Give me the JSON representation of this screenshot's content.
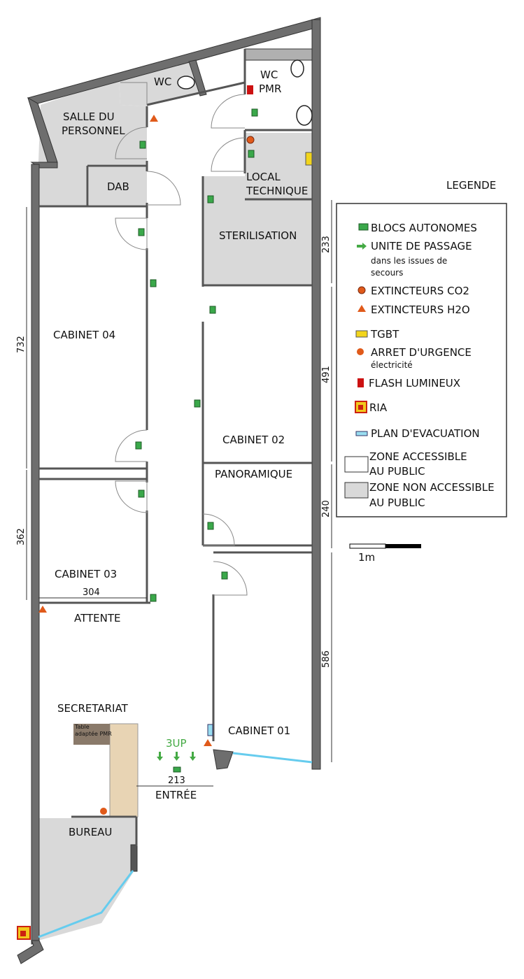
{
  "rooms": {
    "wc": "WC",
    "wc_pmr_1": "WC",
    "wc_pmr_2": "PMR",
    "salle_1": "SALLE DU",
    "salle_2": "PERSONNEL",
    "dab": "DAB",
    "local_1": "LOCAL",
    "local_2": "TECHNIQUE",
    "sterilisation": "STERILISATION",
    "cabinet04": "CABINET 04",
    "cabinet02": "CABINET 02",
    "panoramique": "PANORAMIQUE",
    "cabinet03": "CABINET 03",
    "attente": "ATTENTE",
    "secretariat": "SECRETARIAT",
    "cabinet01": "CABINET 01",
    "bureau": "BUREAU",
    "entree": "ENTRÉE",
    "step_label": "3UP",
    "table_1": "Table",
    "table_2": "adaptée PMR"
  },
  "dimensions": {
    "d732": "732",
    "d362": "362",
    "d304": "304",
    "d233": "233",
    "d491": "491",
    "d240": "240",
    "d586": "586",
    "d213": "213"
  },
  "legend": {
    "title": "LEGENDE",
    "blocs": "BLOCS AUTONOMES",
    "unite_1": "UNITE DE PASSAGE",
    "unite_2": "dans les issues de",
    "unite_3": "secours",
    "ext_co2": "EXTINCTEURS CO2",
    "ext_h2o": "EXTINCTEURS H2O",
    "tgbt": "TGBT",
    "arret_1": "ARRET D'URGENCE",
    "arret_2": "électricité",
    "flash": "FLASH LUMINEUX",
    "ria": "RIA",
    "plan": "PLAN D'EVACUATION",
    "zone_pub_1": "ZONE ACCESSIBLE",
    "zone_pub_2": "AU PUBLIC",
    "zone_non_1": "ZONE NON ACCESSIBLE",
    "zone_non_2": "AU PUBLIC",
    "scale": "1m"
  },
  "colors": {
    "wall": "#6e6e6e",
    "wall_border": "#333333",
    "restricted_zone": "#d9d9d9",
    "bloc_autonome": "#3aa84a",
    "extinguisher": "#e05a1a",
    "flash": "#cc1111",
    "evacuation": "#66ccee",
    "green_text": "#44aa44",
    "desk": "#e8d4b4",
    "table": "#8a7a6a"
  }
}
